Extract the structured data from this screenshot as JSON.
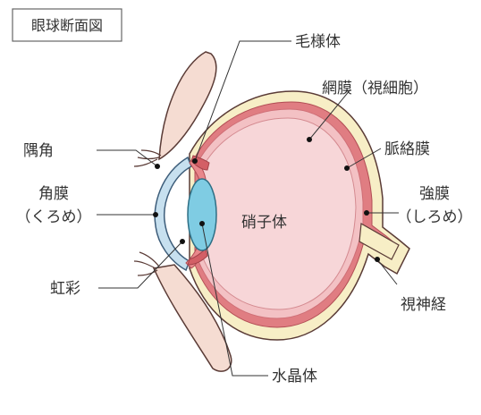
{
  "title": "眼球断面図",
  "labels": {
    "ciliary_body": "毛様体",
    "retina": "網膜（視細胞）",
    "angle": "隅角",
    "choroid": "脈絡膜",
    "cornea_line1": "角膜",
    "cornea_line2": "（くろめ）",
    "vitreous": "硝子体",
    "sclera_line1": "強膜",
    "sclera_line2": "（しろめ）",
    "iris": "虹彩",
    "optic_nerve": "視神経",
    "lens": "水晶体"
  },
  "colors": {
    "skin": "#f5dcd2",
    "sclera": "#f7eec6",
    "choroid": "#e07d82",
    "retina": "#f3c1c4",
    "vitreous": "#f7d6d8",
    "cornea": "#c7e0ef",
    "lens": "#7fcce3",
    "iris": "#e9878b",
    "outline": "#5a3b36",
    "line": "#333333"
  }
}
